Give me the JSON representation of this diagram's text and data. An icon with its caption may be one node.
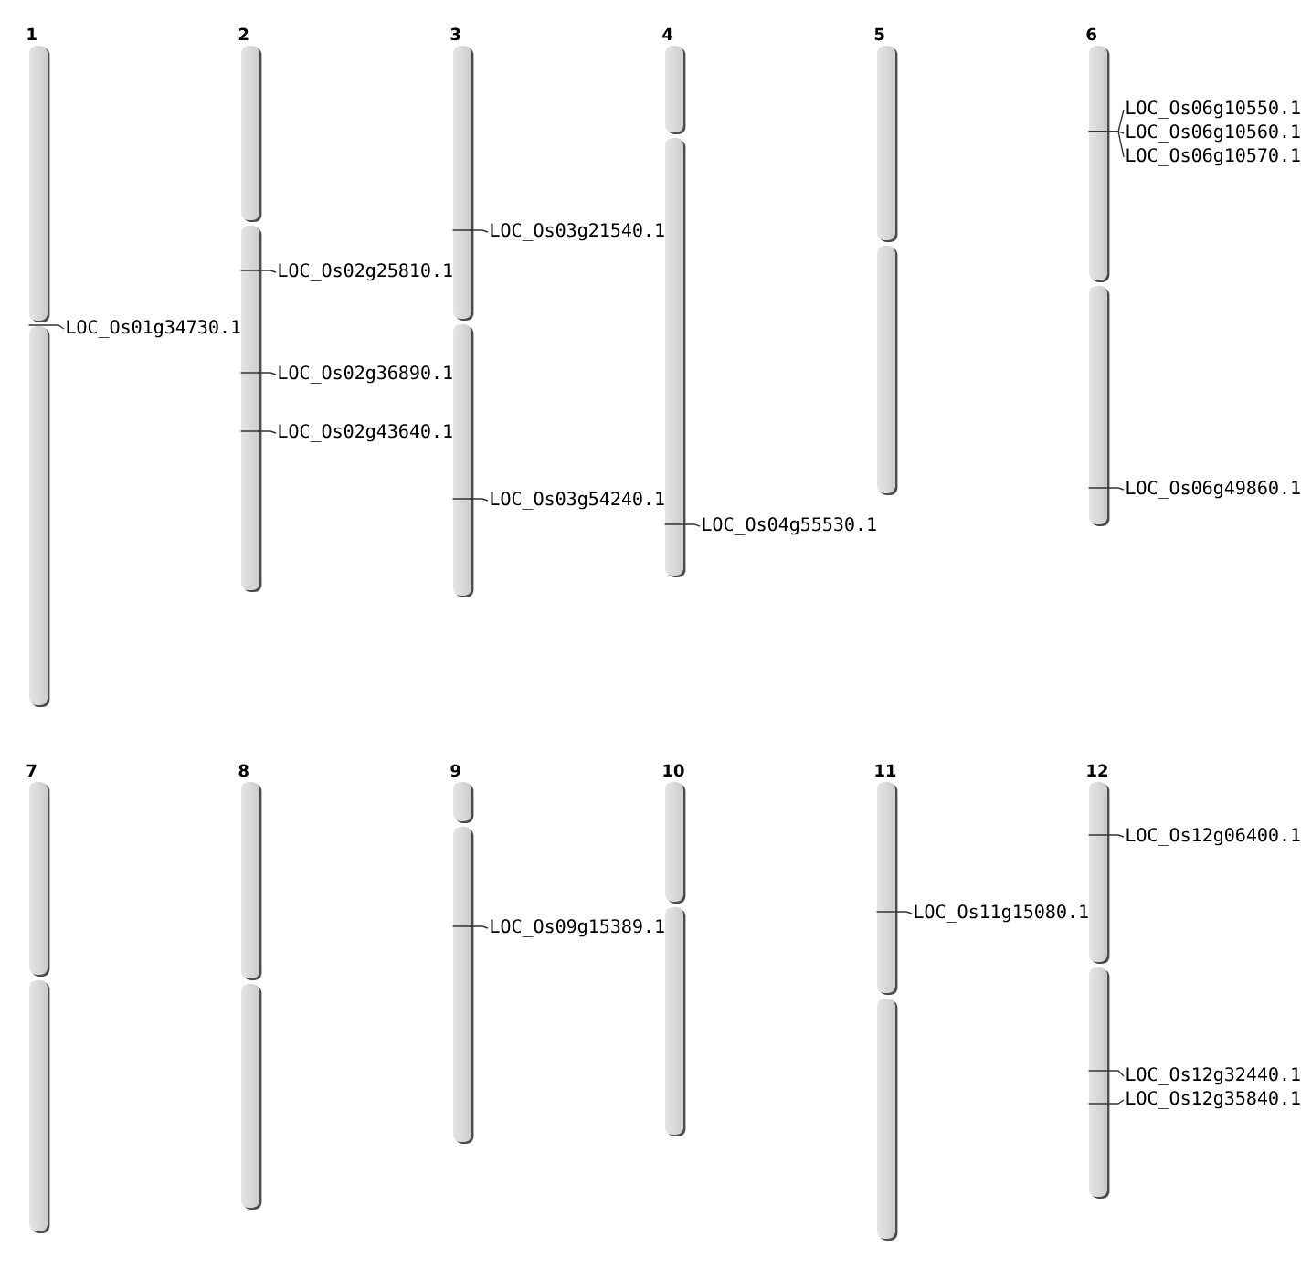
{
  "diagram": {
    "nodes": [
      {
        "text": [
          "1"
        ]
      },
      {
        "text": [
          "2"
        ]
      },
      {
        "text": [
          "3"
        ]
      },
      {
        "text": [
          "4"
        ]
      },
      {
        "text": [
          "5"
        ]
      },
      {
        "text": [
          "6"
        ]
      },
      {
        "text": [
          "7"
        ]
      },
      {
        "text": [
          "8"
        ]
      },
      {
        "text": [
          "9"
        ]
      },
      {
        "text": [
          "10"
        ]
      },
      {
        "text": [
          "11"
        ]
      },
      {
        "text": [
          "12"
        ]
      },
      {
        "text": [
          "LOC_Os01g34730.1"
        ]
      },
      {
        "text": [
          "LOC_Os02g25810.1"
        ]
      },
      {
        "text": [
          "LOC_Os02g36890.1"
        ]
      },
      {
        "text": [
          "LOC_Os02g43640.1"
        ]
      },
      {
        "text": [
          "LOC_Os03g21540.1"
        ]
      },
      {
        "text": [
          "LOC_Os03g54240.1"
        ]
      },
      {
        "text": [
          "LOC_Os04g55530.1"
        ]
      },
      {
        "text": [
          "LOC_Os06g10550.1"
        ]
      },
      {
        "text": [
          "LOC_Os06g10560.1"
        ]
      },
      {
        "text": [
          "LOC_Os06g10570.1"
        ]
      },
      {
        "text": [
          "LOC_Os06g49860.1"
        ]
      },
      {
        "text": [
          "LOC_Os09g15389.1"
        ]
      },
      {
        "text": [
          "LOC_Os11g15080.1"
        ]
      },
      {
        "text": [
          "LOC_Os12g06400.1"
        ]
      },
      {
        "text": [
          "LOC_Os12g32440.1"
        ]
      },
      {
        "text": [
          "LOC_Os12g35840.1"
        ]
      }
    ],
    "edges": [
      {
        "from": 12,
        "to": 0,
        "arrow": "none"
      },
      {
        "from": 13,
        "to": 1,
        "arrow": "none"
      },
      {
        "from": 14,
        "to": 1,
        "arrow": "none"
      },
      {
        "from": 15,
        "to": 1,
        "arrow": "none"
      },
      {
        "from": 16,
        "to": 2,
        "arrow": "none"
      },
      {
        "from": 17,
        "to": 2,
        "arrow": "none"
      },
      {
        "from": 18,
        "to": 3,
        "arrow": "none"
      },
      {
        "from": 19,
        "to": 5,
        "arrow": "none"
      },
      {
        "from": 20,
        "to": 5,
        "arrow": "none"
      },
      {
        "from": 21,
        "to": 5,
        "arrow": "none"
      },
      {
        "from": 22,
        "to": 5,
        "arrow": "none"
      },
      {
        "from": 23,
        "to": 8,
        "arrow": "none"
      },
      {
        "from": 24,
        "to": 10,
        "arrow": "none"
      },
      {
        "from": 25,
        "to": 11,
        "arrow": "none"
      },
      {
        "from": 26,
        "to": 11,
        "arrow": "none"
      },
      {
        "from": 27,
        "to": 11,
        "arrow": "none"
      }
    ]
  }
}
